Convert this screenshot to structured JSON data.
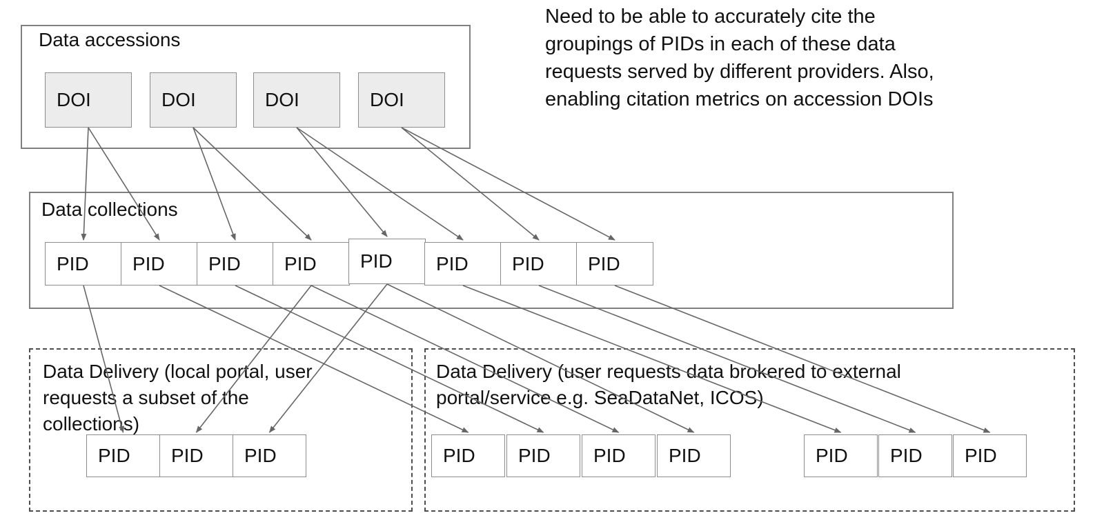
{
  "annotation": {
    "lines": [
      "Need to be able to accurately cite the",
      "groupings of PIDs in each of these data",
      "requests served by different providers. Also,",
      "enabling citation metrics on accession DOIs"
    ]
  },
  "accessions": {
    "label": "Data accessions",
    "items": [
      {
        "id": "d1",
        "label": "DOI"
      },
      {
        "id": "d2",
        "label": "DOI"
      },
      {
        "id": "d3",
        "label": "DOI"
      },
      {
        "id": "d4",
        "label": "DOI"
      }
    ]
  },
  "collections": {
    "label": "Data collections",
    "items": [
      {
        "id": "p1",
        "label": "PID"
      },
      {
        "id": "p2",
        "label": "PID"
      },
      {
        "id": "p3",
        "label": "PID"
      },
      {
        "id": "p4",
        "label": "PID"
      },
      {
        "id": "p5",
        "label": "PID"
      },
      {
        "id": "p6",
        "label": "PID"
      },
      {
        "id": "p7",
        "label": "PID"
      },
      {
        "id": "p8",
        "label": "PID"
      }
    ]
  },
  "delivery_local": {
    "label_lines": [
      "Data Delivery (local portal, user",
      "requests a subset of the",
      "collections)"
    ],
    "items": [
      {
        "id": "l1",
        "label": "PID"
      },
      {
        "id": "l2",
        "label": "PID"
      },
      {
        "id": "l3",
        "label": "PID"
      }
    ]
  },
  "delivery_external": {
    "label_lines": [
      "Data Delivery (user requests data brokered to external",
      "portal/service e.g. SeaDataNet, ICOS)"
    ],
    "group_a": [
      {
        "id": "e1",
        "label": "PID"
      },
      {
        "id": "e2",
        "label": "PID"
      },
      {
        "id": "e3",
        "label": "PID"
      },
      {
        "id": "e4",
        "label": "PID"
      }
    ],
    "group_b": [
      {
        "id": "f1",
        "label": "PID"
      },
      {
        "id": "f2",
        "label": "PID"
      },
      {
        "id": "f3",
        "label": "PID"
      }
    ]
  },
  "edges": [
    {
      "from": "d1",
      "to": "p1"
    },
    {
      "from": "d1",
      "to": "p2"
    },
    {
      "from": "d2",
      "to": "p3"
    },
    {
      "from": "d2",
      "to": "p4"
    },
    {
      "from": "d3",
      "to": "p5"
    },
    {
      "from": "d3",
      "to": "p6"
    },
    {
      "from": "d4",
      "to": "p7"
    },
    {
      "from": "d4",
      "to": "p8"
    },
    {
      "from": "p1",
      "to": "l1"
    },
    {
      "from": "p4",
      "to": "l2"
    },
    {
      "from": "p5",
      "to": "l3"
    },
    {
      "from": "p2",
      "to": "e1"
    },
    {
      "from": "p3",
      "to": "e2"
    },
    {
      "from": "p4",
      "to": "e3"
    },
    {
      "from": "p5",
      "to": "e4"
    },
    {
      "from": "p6",
      "to": "f1"
    },
    {
      "from": "p7",
      "to": "f2"
    },
    {
      "from": "p8",
      "to": "f3"
    }
  ],
  "colors": {
    "edge": "#666666",
    "box-border": "#7f7f7f",
    "node-border": "#8c8c8c",
    "doi-fill": "#ececec",
    "pid-fill": "#ffffff",
    "text": "#111111"
  }
}
